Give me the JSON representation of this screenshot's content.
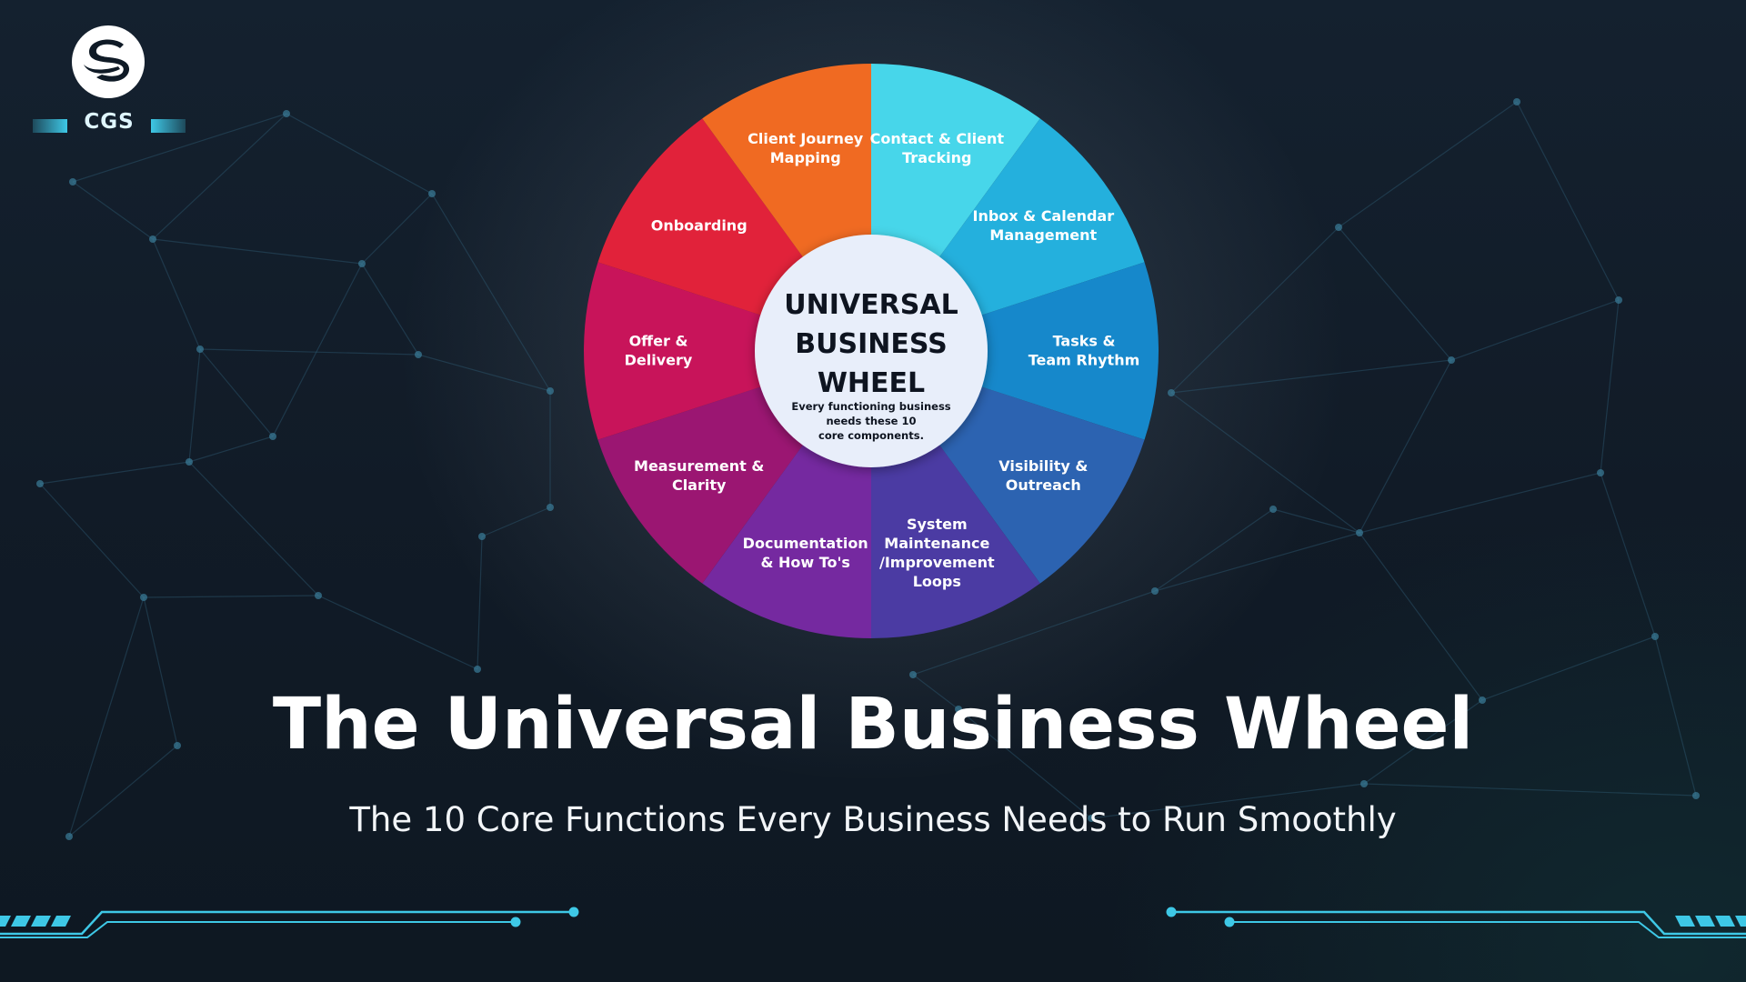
{
  "logo": {
    "text": "CGS",
    "icon": "s-swoosh-logo-icon"
  },
  "wheel": {
    "center_title_lines": [
      "UNIVERSAL",
      "BUSINESS",
      "WHEEL"
    ],
    "center_subtitle_lines": [
      "Every functioning business",
      "needs these 10",
      "core components."
    ],
    "segments": [
      {
        "lines": [
          "Contact & Client",
          "Tracking"
        ],
        "color": "#47d6ea"
      },
      {
        "lines": [
          "Inbox & Calendar",
          "Management"
        ],
        "color": "#24b0dd"
      },
      {
        "lines": [
          "Tasks &",
          "Team Rhythm"
        ],
        "color": "#1688cb"
      },
      {
        "lines": [
          "Visibility &",
          "Outreach"
        ],
        "color": "#2c63b1"
      },
      {
        "lines": [
          "System",
          "Maintenance",
          "/Improvement",
          "Loops"
        ],
        "color": "#4b3ba3"
      },
      {
        "lines": [
          "Documentation",
          "& How To's"
        ],
        "color": "#7529a0"
      },
      {
        "lines": [
          "Measurement &",
          "Clarity"
        ],
        "color": "#9b1672"
      },
      {
        "lines": [
          "Offer &",
          "Delivery"
        ],
        "color": "#c8145a"
      },
      {
        "lines": [
          "Onboarding"
        ],
        "color": "#e1223a"
      },
      {
        "lines": [
          "Client Journey",
          "Mapping"
        ],
        "color": "#f06a22"
      }
    ]
  },
  "title": "The Universal Business Wheel",
  "subtitle": "The 10 Core Functions Every Business Needs to Run Smoothly",
  "colors": {
    "accent_cyan": "#3ec8e6",
    "background": "#111b27",
    "hub": "#e8eefa"
  }
}
